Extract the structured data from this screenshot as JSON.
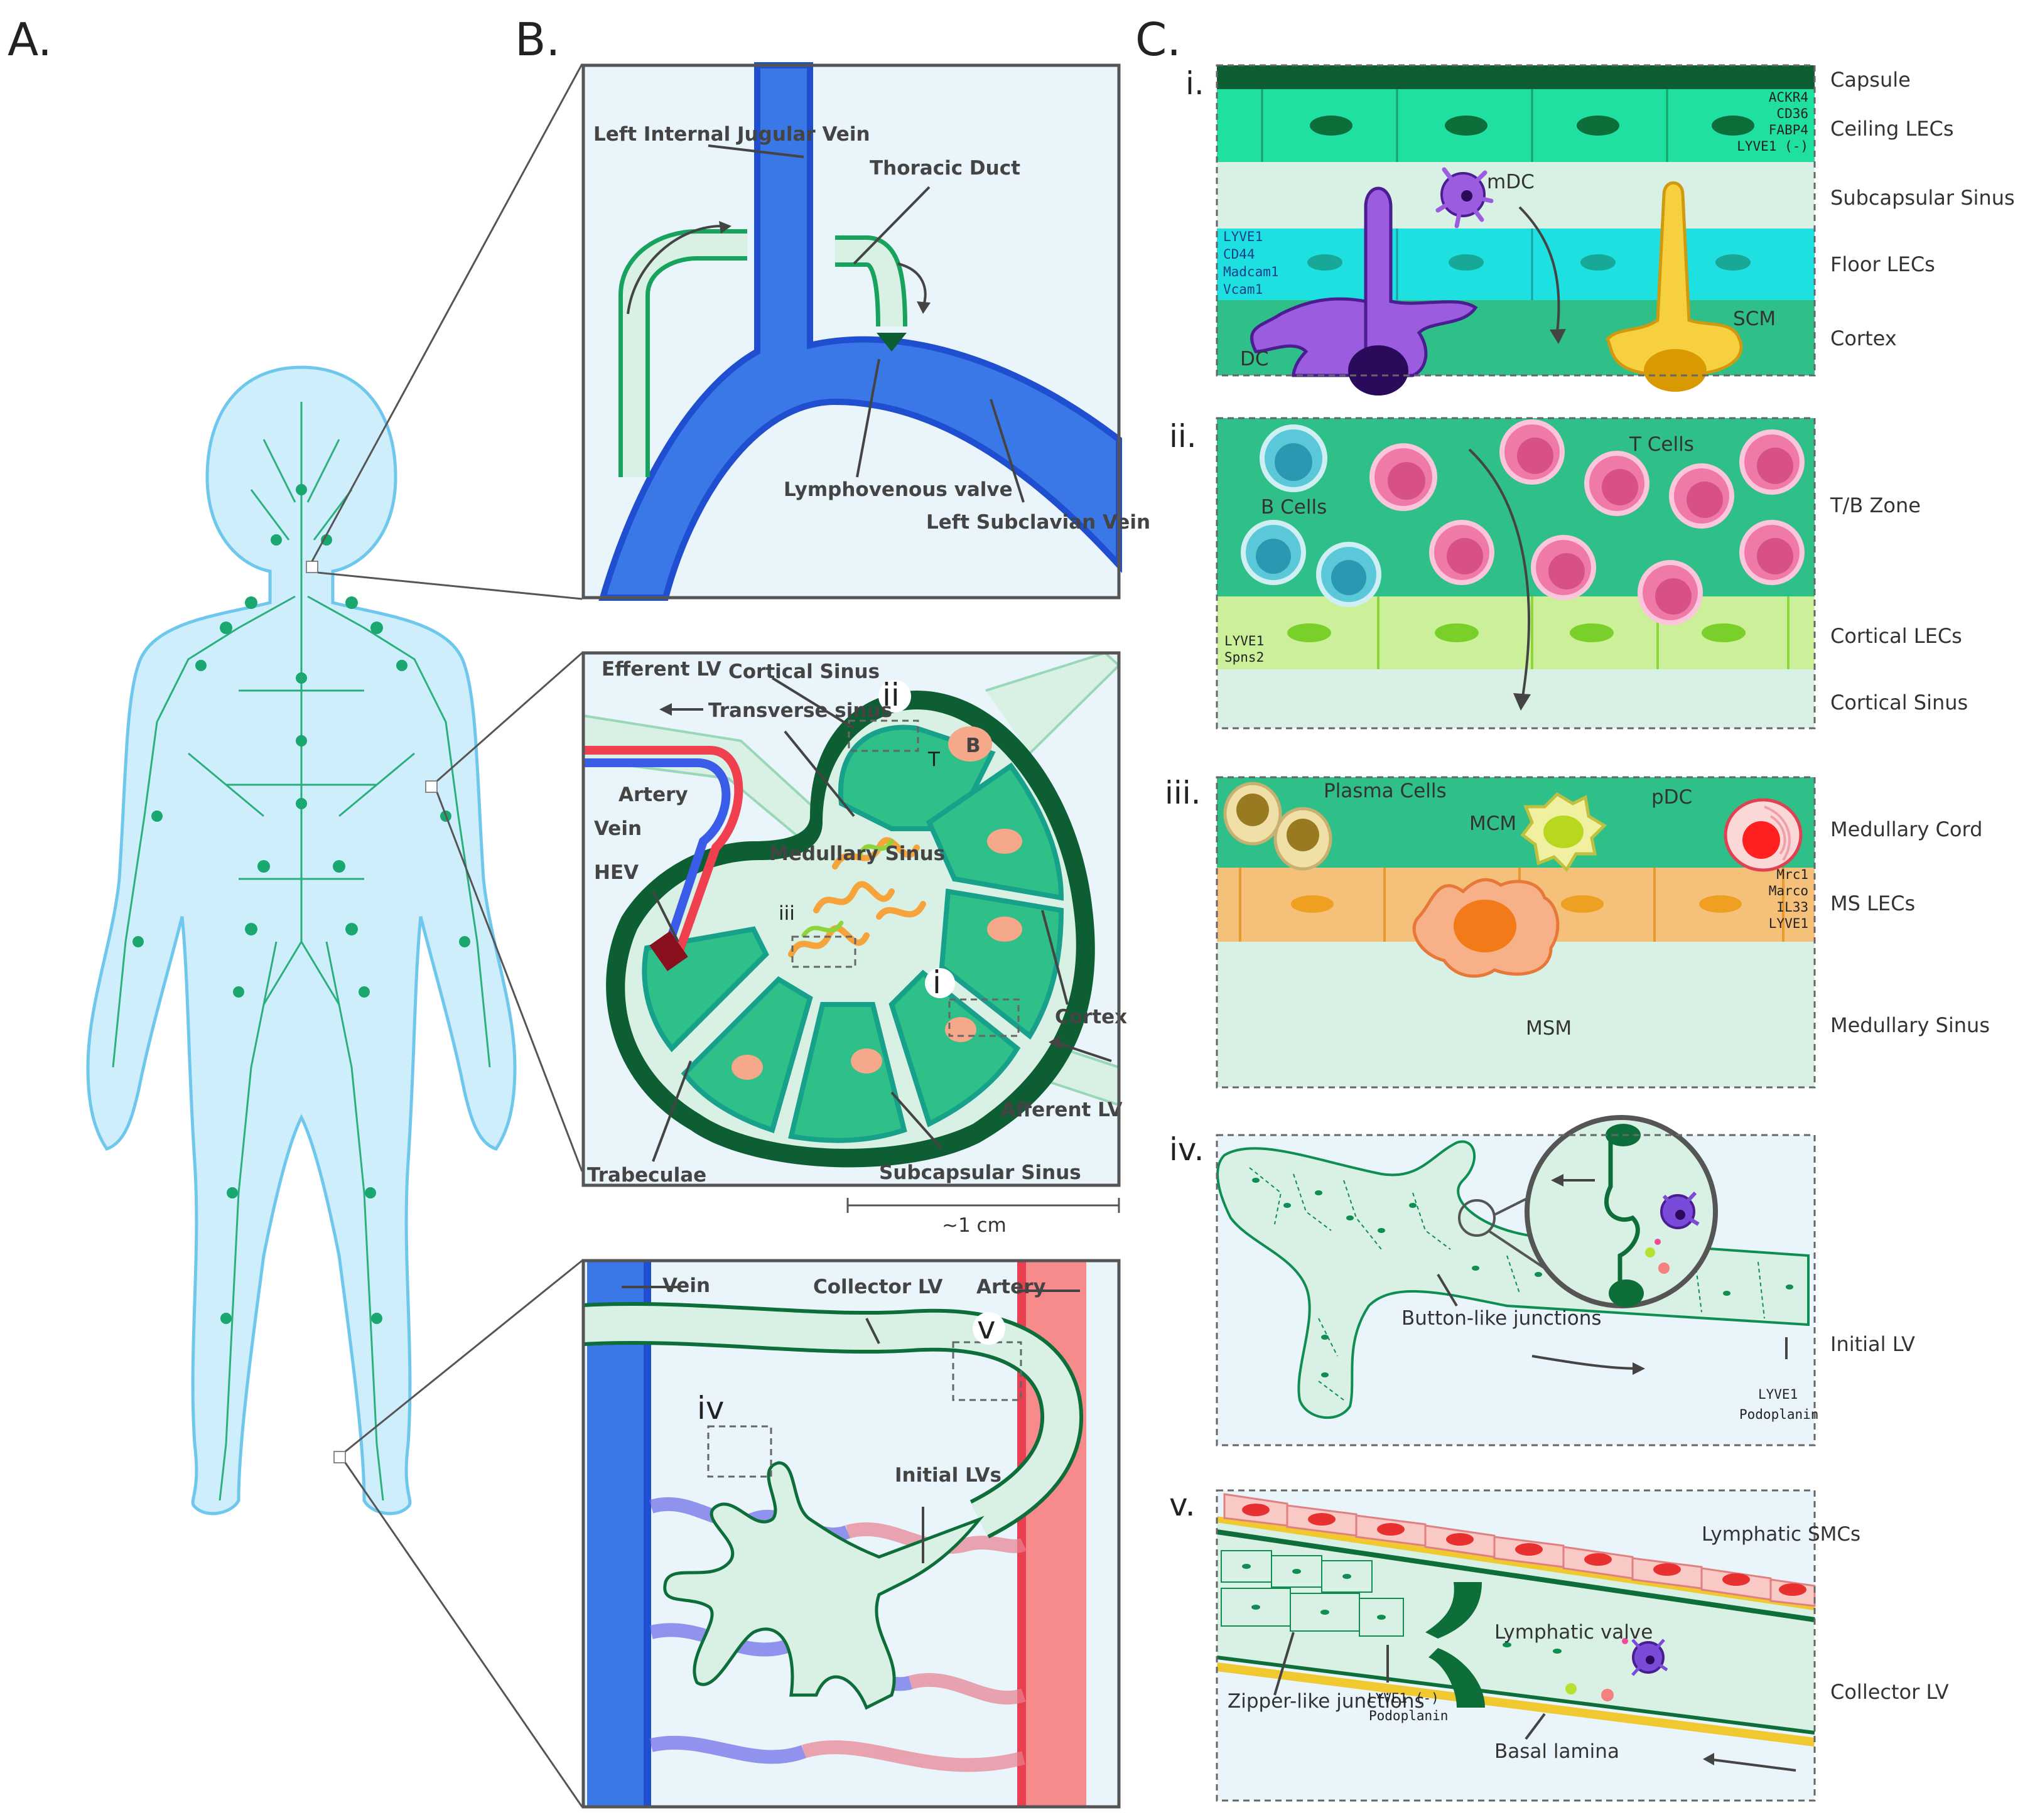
{
  "panels": {
    "a": "A.",
    "b": "B.",
    "c": "C."
  },
  "b1": {
    "vein_left_internal_jugular": "Left Internal Jugular Vein",
    "thoracic_duct": "Thoracic Duct",
    "lymphovenous_valve": "Lymphovenous valve",
    "left_subclavian_vein": "Left Subclavian Vein"
  },
  "b2": {
    "efferent_lv": "Efferent LV",
    "cortical_sinus": "Cortical Sinus",
    "transverse_sinus": "Transverse sinus",
    "artery": "Artery",
    "vein": "Vein",
    "hev": "HEV",
    "medullary_sinus": "Medullary Sinus",
    "cortex": "Cortex",
    "afferent_lv": "Afferent LV",
    "trabeculae": "Trabeculae",
    "subcapsular_sinus": "Subcapsular Sinus",
    "b_follicle": "B",
    "t_zone": "T",
    "roi": [
      "ii",
      "iii",
      "i"
    ],
    "scale": "~1 cm"
  },
  "b3": {
    "vein": "Vein",
    "collector_lv": "Collector LV",
    "artery": "Artery",
    "initial_lvs": "Initial LVs",
    "roi": [
      "iv",
      "v"
    ]
  },
  "c": {
    "i": {
      "roman": "i.",
      "layers": [
        "Capsule",
        "Ceiling LECs",
        "Subcapsular Sinus",
        "Floor LECs",
        "Cortex"
      ],
      "ceiling_markers": [
        "ACKR4",
        "CD36",
        "FABP4",
        "LYVE1 (-)"
      ],
      "floor_markers": [
        "LYVE1",
        "CD44",
        "Madcam1",
        "Vcam1"
      ],
      "cells": {
        "mdc": "mDC",
        "dc": "DC",
        "scm": "SCM"
      }
    },
    "ii": {
      "roman": "ii.",
      "layers": [
        "T/B Zone",
        "Cortical LECs",
        "Cortical Sinus"
      ],
      "markers": [
        "LYVE1",
        "Spns2"
      ],
      "cells": {
        "t": "T Cells",
        "b": "B Cells"
      }
    },
    "iii": {
      "roman": "iii.",
      "layers": [
        "Medullary Cord",
        "MS LECs",
        "Medullary Sinus"
      ],
      "markers": [
        "Mrc1",
        "Marco",
        "IL33",
        "LYVE1"
      ],
      "cells": {
        "plasma": "Plasma Cells",
        "mcm": "MCM",
        "pdc": "pDC",
        "msm": "MSM"
      }
    },
    "iv": {
      "roman": "iv.",
      "layers": [
        "Initial LV"
      ],
      "junctions": "Button-like junctions",
      "markers": [
        "LYVE1",
        "Podoplanin"
      ]
    },
    "v": {
      "roman": "v.",
      "layers": [
        "Collector LV"
      ],
      "smc": "Lymphatic SMCs",
      "valve": "Lymphatic valve",
      "junctions": "Zipper-like junctions",
      "markers": [
        "LYVE1 (-)",
        "Podoplanin"
      ],
      "basal": "Basal lamina"
    }
  },
  "colors": {
    "vein_blue": "#3a78e8",
    "artery_red": "#f2777a",
    "lymph_green": "#1f9b63",
    "lymph_light": "#d8f1e4",
    "cortex_green": "#2fbf88",
    "capsule_dark": "#0e5e34",
    "floor_cyan": "#1fe0e0",
    "cortical_lec": "#ccf09a",
    "ms_lec": "#f5c07a",
    "smc_pink": "#f9c9c6"
  }
}
